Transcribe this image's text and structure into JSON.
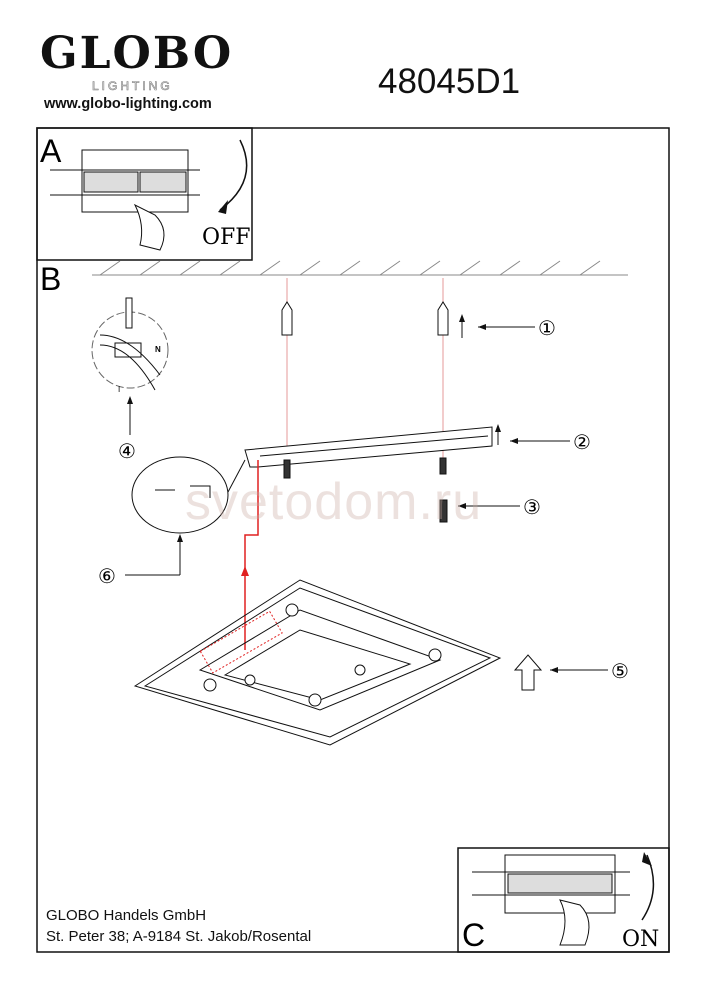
{
  "header": {
    "brand": "GLOBO",
    "brand_sub": "LIGHTING",
    "website": "www.globo-lighting.com",
    "model_number": "48045D1"
  },
  "panels": {
    "a": {
      "label": "A",
      "switch_state": "OFF"
    },
    "b": {
      "label": "B"
    },
    "c": {
      "label": "C",
      "switch_state": "ON"
    }
  },
  "steps": [
    "①",
    "②",
    "③",
    "④",
    "⑤",
    "⑥"
  ],
  "wiring_labels": {
    "neutral": "N",
    "live": "I"
  },
  "watermark": "svetodom.ru",
  "footer": {
    "company": "GLOBO Handels GmbH",
    "address": "St. Peter 38; A-9184 St. Jakob/Rosental"
  },
  "colors": {
    "wire": "#e02020",
    "line": "#111111"
  }
}
